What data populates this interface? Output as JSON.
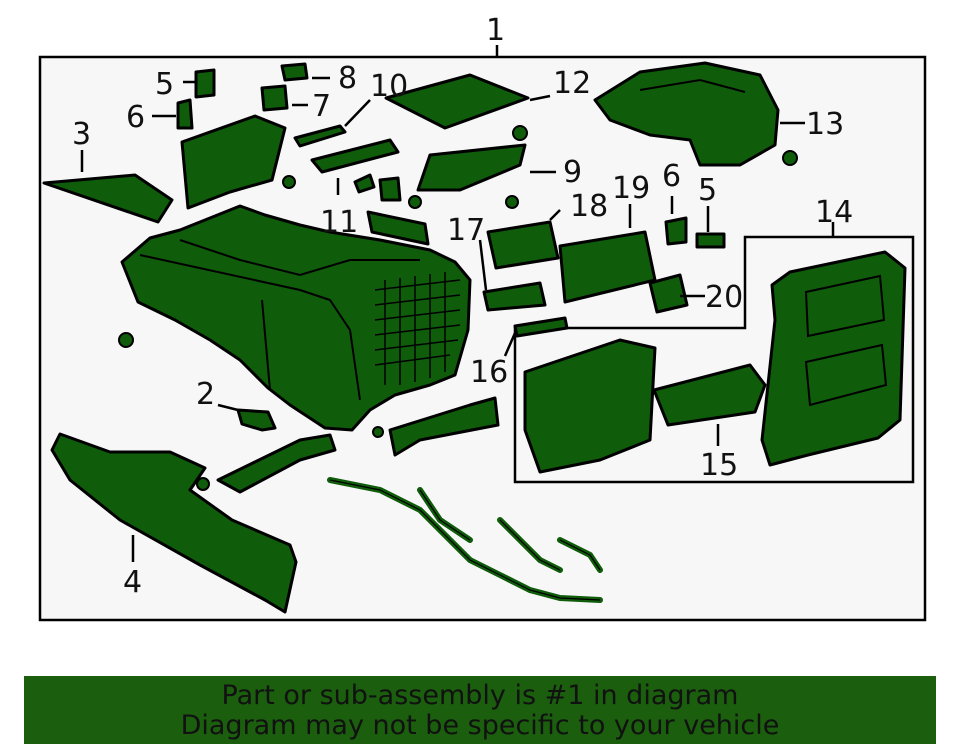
{
  "diagram": {
    "callouts": [
      "1",
      "2",
      "3",
      "4",
      "5",
      "6",
      "7",
      "8",
      "9",
      "10",
      "11",
      "12",
      "13",
      "14",
      "15",
      "16",
      "17",
      "18",
      "19",
      "20",
      "5",
      "6"
    ]
  },
  "banner": {
    "line1": "Part or sub-assembly is #1 in diagram",
    "line2": "Diagram may not be specific to your vehicle"
  },
  "colors": {
    "part_fill": "#0f5c0a",
    "banner_bg": "#1a5e0e",
    "frame_bg": "#f7f7f7"
  }
}
